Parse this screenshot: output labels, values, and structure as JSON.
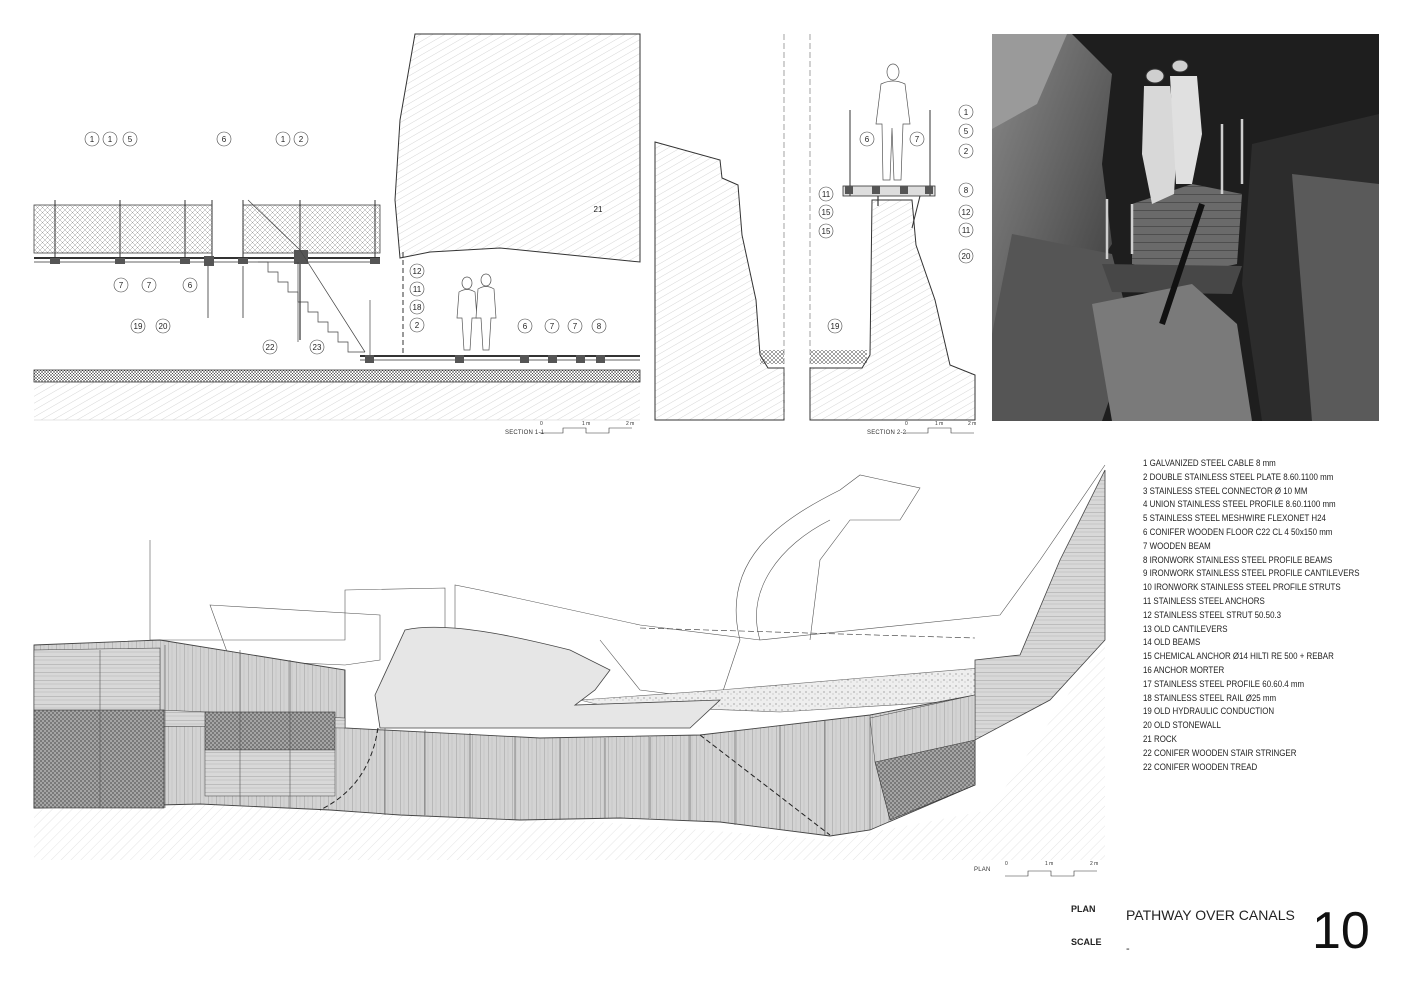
{
  "sections": {
    "section1": {
      "label": "SECTION 1-1",
      "scale": [
        "0",
        "1 m",
        "2 m"
      ],
      "callouts_top": [
        "1",
        "1",
        "5",
        "6",
        "1",
        "2"
      ],
      "callouts_right": [
        "12",
        "11",
        "18",
        "2"
      ],
      "callouts_bottom": [
        "7",
        "7",
        "6",
        "22",
        "23",
        "6",
        "7",
        "7",
        "8"
      ],
      "callout_rock": "21",
      "callouts_ground": [
        "19",
        "20"
      ]
    },
    "section2": {
      "label": "SECTION 2-2",
      "scale": [
        "0",
        "1 m",
        "2 m"
      ],
      "callouts_right": [
        "1",
        "5",
        "2",
        "8",
        "12",
        "11",
        "20"
      ],
      "callouts_left": [
        "6",
        "7",
        "11",
        "15",
        "15"
      ],
      "callout_canal": "19"
    }
  },
  "plan": {
    "label": "PLAN",
    "scale": [
      "0",
      "1 m",
      "2 m"
    ]
  },
  "legend": [
    "1 GALVANIZED STEEL CABLE 8 mm",
    "2 DOUBLE STAINLESS STEEL PLATE  8.60.1100 mm",
    "3 STAINLESS STEEL CONNECTOR Ø 10 MM",
    "4 UNION STAINLESS STEEL PROFILE 8.60.1100 mm",
    "5 STAINLESS STEEL MESHWIRE FLEXONET H24",
    "6 CONIFER WOODEN FLOOR C22 CL 4 50x150 mm",
    "7 WOODEN BEAM",
    "8 IRONWORK STAINLESS STEEL PROFILE BEAMS",
    "9 IRONWORK STAINLESS STEEL PROFILE CANTILEVERS",
    "10 IRONWORK STAINLESS STEEL PROFILE STRUTS",
    "11 STAINLESS STEEL ANCHORS",
    "12 STAINLESS STEEL STRUT 50.50.3",
    "13 OLD CANTILEVERS",
    "14 OLD BEAMS",
    "15 CHEMICAL ANCHOR Ø14 HILTI RE 500 + REBAR",
    "16 ANCHOR MORTER",
    "17 STAINLESS STEEL PROFILE 60.60.4 mm",
    "18 STAINLESS STEEL RAIL Ø25 mm",
    "19 OLD HYDRAULIC CONDUCTION",
    "20 OLD STONEWALL",
    "21 ROCK",
    "22 CONIFER WOODEN STAIR STRINGER",
    "22 CONIFER WOODEN TREAD"
  ],
  "titleblock": {
    "plan_key": "PLAN",
    "plan_value": "PATHWAY OVER CANALS",
    "scale_key": "SCALE",
    "scale_value": "-",
    "sheet_number": "10"
  },
  "colors": {
    "line": "#333333",
    "hatch_fill": "#d9d9d9",
    "dark_fill": "#9a9a9a",
    "photo_dark": "#1e1e1e"
  }
}
